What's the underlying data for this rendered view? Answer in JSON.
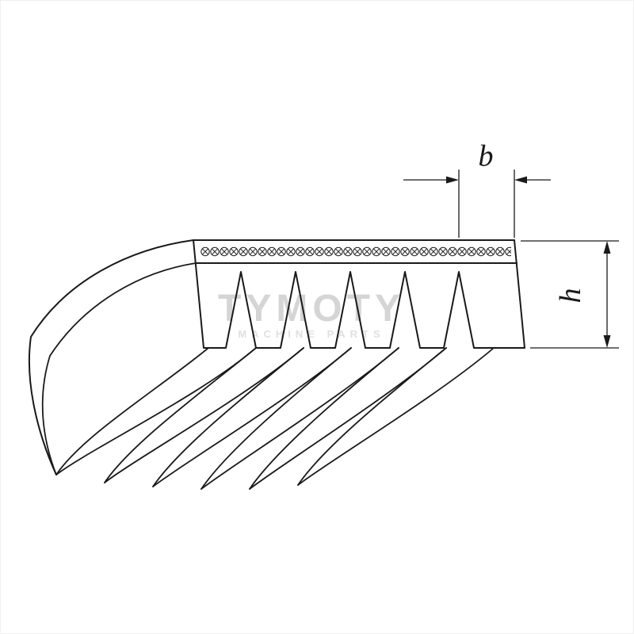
{
  "diagram": {
    "dimension_labels": {
      "width": "b",
      "height": "h"
    }
  },
  "watermark": {
    "title": "TYMOTY",
    "subtitle": "MACHINE PARTS"
  },
  "colors": {
    "line": "#1a1a1a",
    "watermark_title": "#d5d5d5",
    "watermark_subtitle": "#e0e0e0",
    "background": "#ffffff"
  }
}
